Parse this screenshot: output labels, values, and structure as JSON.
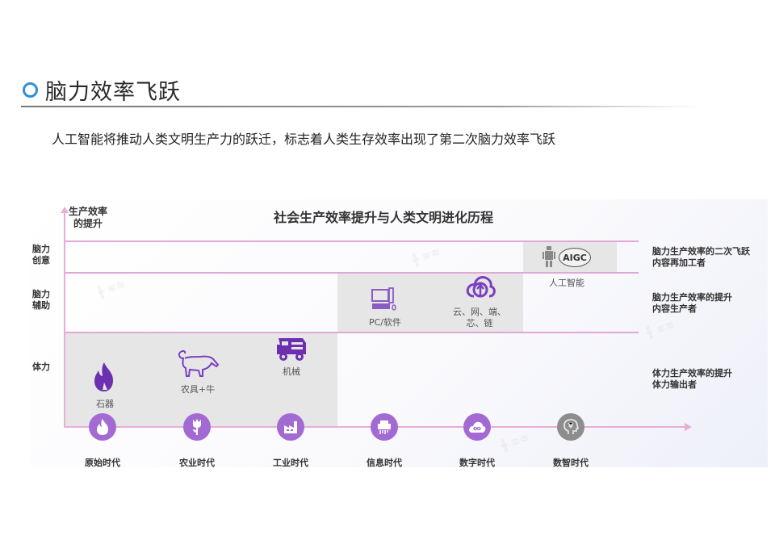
{
  "header": {
    "title": "脑力效率飞跃",
    "subtitle": "人工智能将推动人类文明生产力的跃迁，标志着人类生存效率出现了第二次脑力效率飞跃"
  },
  "diagram": {
    "title": "社会生产效率提升与人类文明进化历程",
    "y_axis_label_line1": "生产效率",
    "y_axis_label_line2": "的提升",
    "tiers": [
      {
        "line1": "脑力",
        "line2": "创意",
        "desc_line1": "脑力生产效率的二次飞跃",
        "desc_line2": "内容再加工者"
      },
      {
        "line1": "脑力",
        "line2": "辅助",
        "desc_line1": "脑力生产效率的提升",
        "desc_line2": "内容生产者"
      },
      {
        "line1": "体力",
        "line2": "",
        "desc_line1": "体力生产效率的提升",
        "desc_line2": "体力输出者"
      }
    ],
    "items": [
      {
        "label": "石器",
        "icon": "fire-icon"
      },
      {
        "label": "农具+牛",
        "icon": "bull-icon"
      },
      {
        "label": "机械",
        "icon": "truck-icon"
      },
      {
        "label": "PC/软件",
        "icon": "computer-icon"
      },
      {
        "label_line1": "云、网、端、",
        "label_line2": "芯、链",
        "icon": "cloud-upload-icon"
      },
      {
        "label": "人工智能",
        "badge": "AIGC",
        "icon": "robot-icon"
      }
    ],
    "eras": [
      {
        "label": "原始时代",
        "icon": "flame-icon",
        "color": "#a36ad3"
      },
      {
        "label": "农业时代",
        "icon": "tulip-icon",
        "color": "#a36ad3"
      },
      {
        "label": "工业时代",
        "icon": "factory-icon",
        "color": "#a36ad3"
      },
      {
        "label": "信息时代",
        "icon": "printer-icon",
        "color": "#a36ad3"
      },
      {
        "label": "数字时代",
        "icon": "cloud-infinity-icon",
        "color": "#a36ad3"
      },
      {
        "label": "数智时代",
        "icon": "ai-head-icon",
        "color": "#8d8d8d"
      }
    ],
    "colors": {
      "accent_purple": "#7a3fbf",
      "circle_purple": "#a36ad3",
      "grid_pink": "#e3a6d6",
      "shade_grey": "#e6e6e6",
      "title_ring_blue": "#2f8fd8"
    }
  }
}
